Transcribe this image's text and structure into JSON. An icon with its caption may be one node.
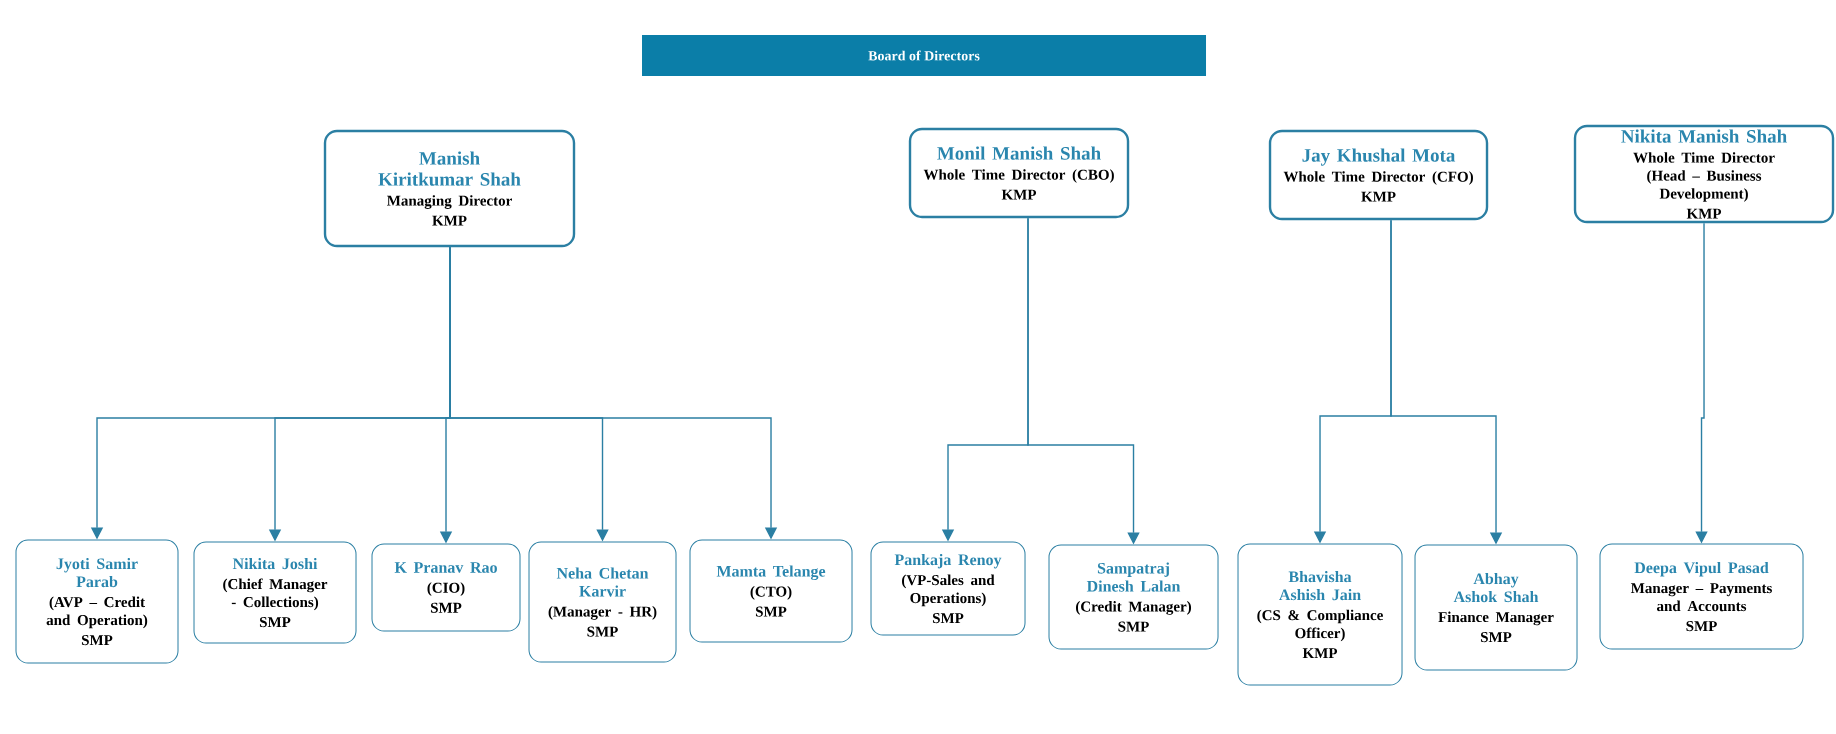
{
  "diagram": {
    "nodes": [
      {
        "text": [
          "Board of Directors"
        ]
      },
      {
        "text": [
          "Manish Kiritkumar Shah",
          "Managing Director",
          "KMP"
        ]
      },
      {
        "text": [
          "Monil Manish Shah",
          "Whole Time Director (CBO)",
          "KMP"
        ]
      },
      {
        "text": [
          "Jay Khushal Mota",
          "Whole Time Director (CFO)",
          "KMP"
        ]
      },
      {
        "text": [
          "Nikita Manish Shah",
          "Whole Time Director (Head – Business Development)",
          "KMP"
        ]
      },
      {
        "text": [
          "Jyoti Samir Parab",
          "(AVP – Credit and Operation)",
          "SMP"
        ]
      },
      {
        "text": [
          "Nikita Joshi",
          "(Chief Manager - Collections)",
          "SMP"
        ]
      },
      {
        "text": [
          "K Pranav Rao",
          "(CIO)",
          "SMP"
        ]
      },
      {
        "text": [
          "Neha Chetan Karvir",
          "(Manager - HR)",
          "SMP"
        ]
      },
      {
        "text": [
          "Mamta Telange",
          "(CTO)",
          "SMP"
        ]
      },
      {
        "text": [
          "Pankaja Renoy",
          "(VP-Sales and Operations)",
          "SMP"
        ]
      },
      {
        "text": [
          "Sampatraj Dinesh Lalan",
          "(Credit Manager)",
          "SMP"
        ]
      },
      {
        "text": [
          "Bhavisha Ashish Jain",
          "(CS & Compliance Officer)",
          "KMP"
        ]
      },
      {
        "text": [
          "Abhay Ashok Shah",
          "Finance Manager",
          "SMP"
        ]
      },
      {
        "text": [
          "Deepa Vipul Pasad",
          "Manager – Payments and Accounts",
          "SMP"
        ]
      }
    ],
    "edges": [
      {
        "from": 1,
        "to": 5,
        "arrow": "to"
      },
      {
        "from": 1,
        "to": 6,
        "arrow": "to"
      },
      {
        "from": 1,
        "to": 7,
        "arrow": "to"
      },
      {
        "from": 1,
        "to": 8,
        "arrow": "to"
      },
      {
        "from": 1,
        "to": 9,
        "arrow": "to"
      },
      {
        "from": 2,
        "to": 10,
        "arrow": "to"
      },
      {
        "from": 2,
        "to": 11,
        "arrow": "to"
      },
      {
        "from": 3,
        "to": 12,
        "arrow": "to"
      },
      {
        "from": 3,
        "to": 13,
        "arrow": "to"
      },
      {
        "from": 4,
        "to": 14,
        "arrow": "to"
      }
    ]
  }
}
